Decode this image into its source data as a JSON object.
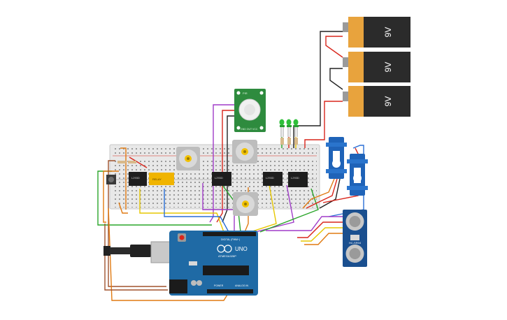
{
  "batteries": [
    {
      "label": "9V"
    },
    {
      "label": "9V"
    },
    {
      "label": "9V"
    }
  ],
  "arduino": {
    "brand": "UNO",
    "chip": "ATMEGA328P",
    "digital_label": "DIGITAL (PWM~)",
    "power_label": "POWER",
    "analog_label": "ANALOG IN"
  },
  "pir_sensor": {
    "top_label": "PIR",
    "bottom_label": "GND OUT VCC"
  },
  "motor_drivers": [
    {
      "label": "L293D"
    },
    {
      "label": "L293D"
    },
    {
      "label": "L293D"
    },
    {
      "label": "L293D"
    }
  ],
  "relay": {
    "label": "RELAY"
  },
  "ultrasonic": {
    "label": "HC-SR04"
  },
  "colors": {
    "wire_red": "#d9261c",
    "wire_black": "#222222",
    "wire_orange": "#e07a12",
    "wire_yellow": "#e6c700",
    "wire_green": "#2aa52a",
    "wire_purple": "#a03cc8",
    "wire_blue": "#2a6fd6",
    "wire_brown": "#a0522d",
    "board_blue": "#1f6aa5",
    "battery_orange": "#e8a33d",
    "pcb_green": "#2e8b3e"
  }
}
